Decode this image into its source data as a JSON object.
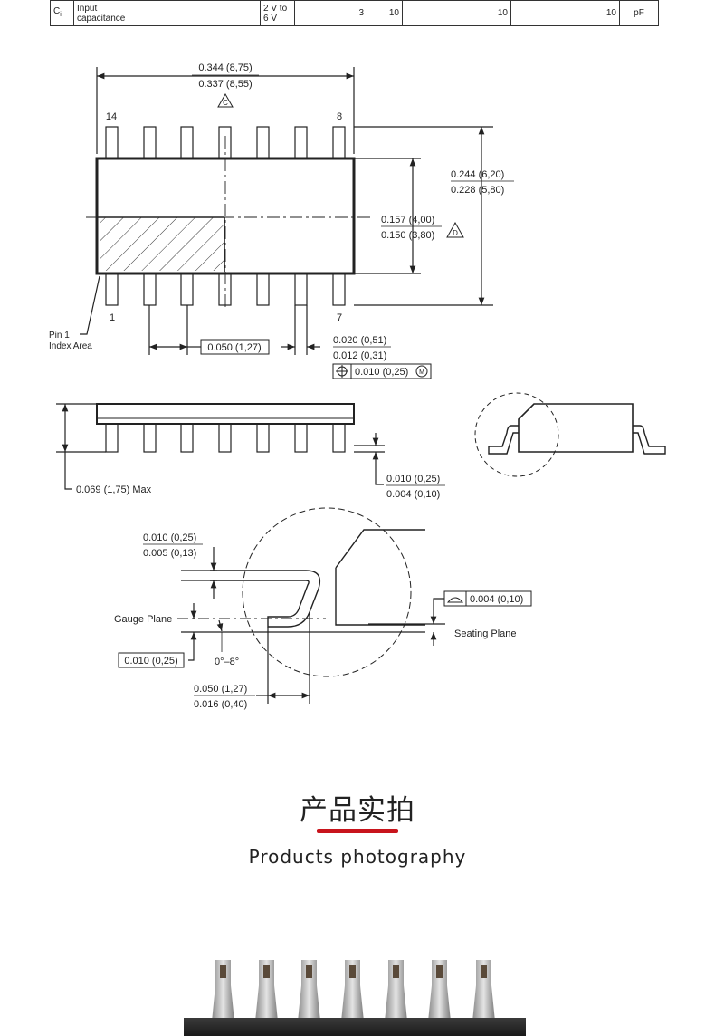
{
  "spec_row": {
    "symbol": "C",
    "symbol_sub": "i",
    "parameter_line1": "Input",
    "parameter_line2": "capacitance",
    "condition_line1": "2 V to",
    "condition_line2": "6 V",
    "typ": "3",
    "max": "10",
    "max2": "10",
    "max3": "10",
    "unit": "pF"
  },
  "drawing": {
    "width_max": "0.344 (8,75)",
    "width_min": "0.337 (8,55)",
    "note_c": "C",
    "note_d": "D",
    "pin14": "14",
    "pin8": "8",
    "pin1": "1",
    "pin7": "7",
    "overall_max": "0.244 (6,20)",
    "overall_min": "0.228 (5,80)",
    "body_max": "0.157 (4,00)",
    "body_min": "0.150 (3,80)",
    "pin1_line1": "Pin 1",
    "pin1_line2": "Index Area",
    "pitch": "0.050 (1,27)",
    "lead_w_max": "0.020 (0,51)",
    "lead_w_min": "0.012 (0,31)",
    "position_tol": "0.010 (0,25)",
    "mmc_symbol": "M",
    "height_max": "0.069 (1,75) Max",
    "standoff_max": "0.010 (0,25)",
    "standoff_min": "0.004 (0,10)",
    "lead_t_max": "0.010 (0,25)",
    "lead_t_min": "0.005 (0,13)",
    "gauge_plane": "Gauge Plane",
    "gauge_dim": "0.010 (0,25)",
    "angle": "0°–8°",
    "coplanarity": "0.004 (0,10)",
    "seating_plane": "Seating Plane",
    "foot_max": "0.050 (1,27)",
    "foot_min": "0.016 (0,40)"
  },
  "section": {
    "title_cn": "产品实拍",
    "subtitle": "Products photography",
    "accent_color": "#c8141c"
  }
}
